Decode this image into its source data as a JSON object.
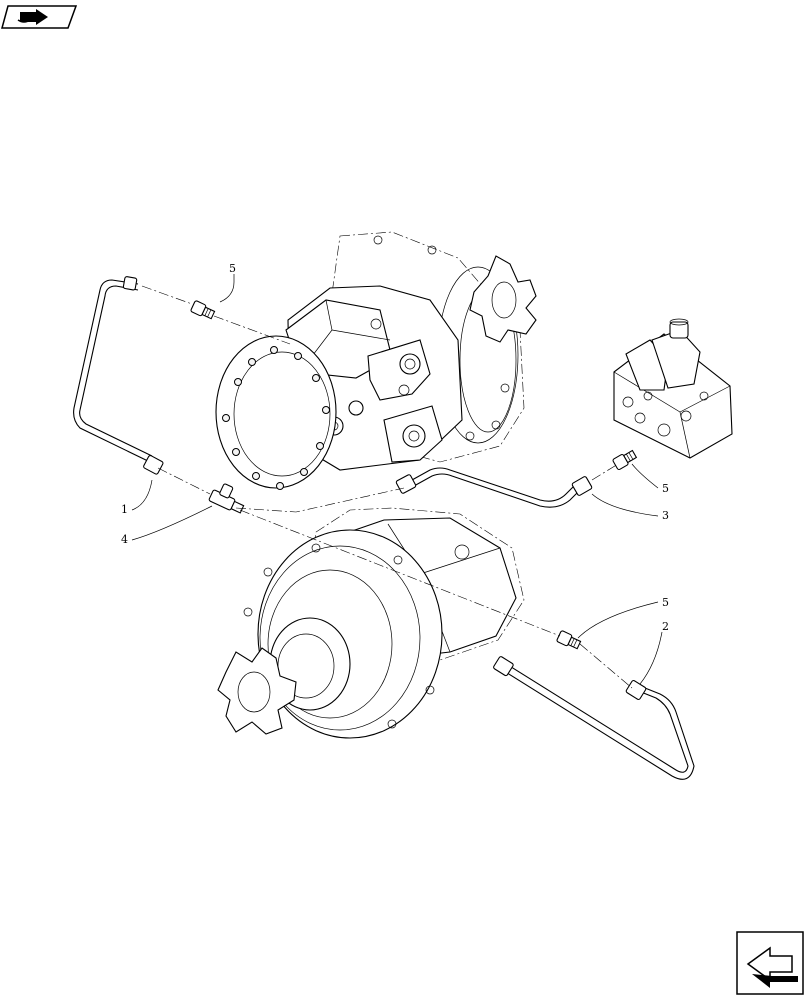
{
  "icons": {
    "top_left": "book-arrow-icon",
    "bottom_right": "next-page-arrow-icon"
  },
  "callouts": [
    {
      "id": "c1",
      "label": "1"
    },
    {
      "id": "c2",
      "label": "2"
    },
    {
      "id": "c3",
      "label": "3"
    },
    {
      "id": "c4",
      "label": "4"
    },
    {
      "id": "c5a",
      "label": "5"
    },
    {
      "id": "c5b",
      "label": "5"
    },
    {
      "id": "c5c",
      "label": "5"
    }
  ],
  "colors": {
    "line": "#000000",
    "background": "#ffffff"
  }
}
